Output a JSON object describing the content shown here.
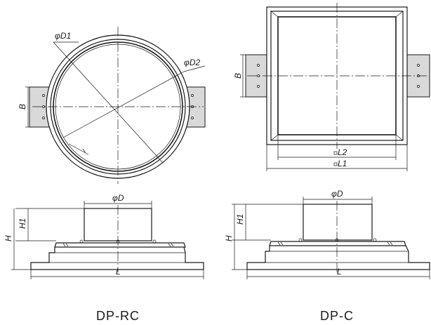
{
  "variants": [
    {
      "caption": "DP-RC",
      "plan_labels": {
        "d1": "φD1",
        "d2": "φD2",
        "b": "B"
      },
      "side_labels": {
        "d": "φD",
        "h1": "H1",
        "h": "H",
        "l": "L"
      }
    },
    {
      "caption": "DP-C",
      "plan_labels": {
        "b": "B",
        "l2": "L2",
        "l1": "L1"
      },
      "side_labels": {
        "d": "φD",
        "h1": "H1",
        "h": "H",
        "l": "L"
      }
    }
  ]
}
